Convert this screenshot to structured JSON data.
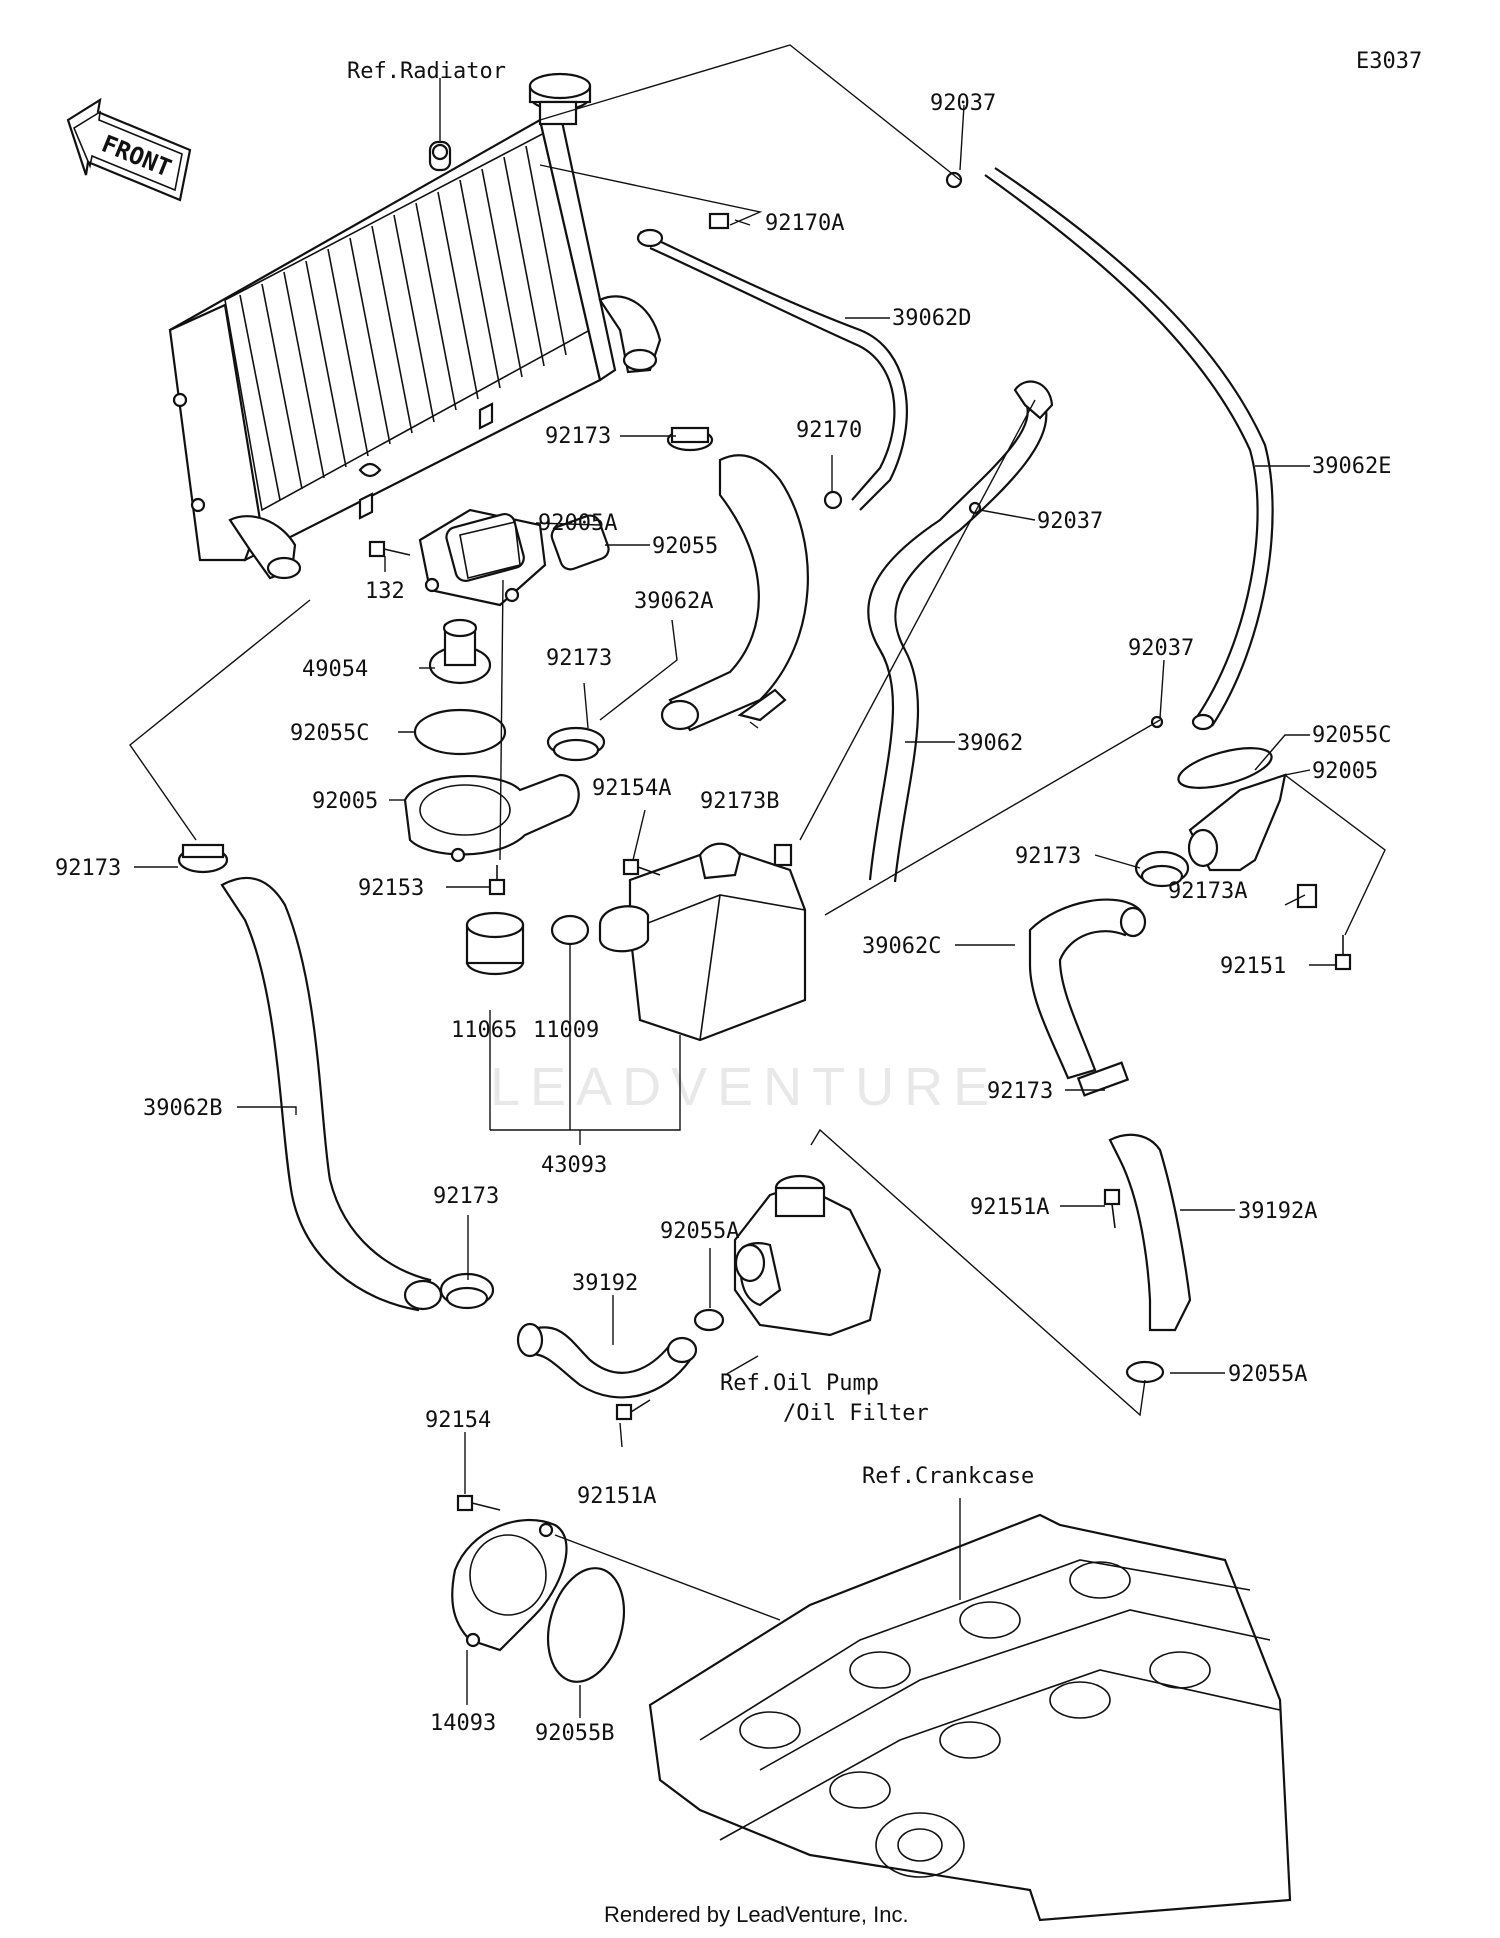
{
  "diagram_id": "E3037",
  "front_label": "FRONT",
  "watermark": "LEADVENTURE",
  "footer": "Rendered by LeadVenture, Inc.",
  "refs": {
    "radiator": "Ref.Radiator",
    "oil_pump_1": "Ref.Oil Pump",
    "oil_pump_2": "/Oil Filter",
    "crankcase": "Ref.Crankcase"
  },
  "labels": {
    "l92037_top": "92037",
    "l92170A": "92170A",
    "l39062D": "39062D",
    "l39062E": "39062E",
    "l92173_a": "92173",
    "l92170": "92170",
    "l92037_mid": "92037",
    "l92005A": "92005A",
    "l92055": "92055",
    "l132": "132",
    "l39062A": "39062A",
    "l49054": "49054",
    "l92173_b": "92173",
    "l92037_right": "92037",
    "l92055C_left": "92055C",
    "l39062": "39062",
    "l92055C_right": "92055C",
    "l92005_left": "92005",
    "l92005_right": "92005",
    "l92173B": "92173B",
    "l92154A": "92154A",
    "l92173_c": "92173",
    "l92173_left": "92173",
    "l92153": "92153",
    "l92173A": "92173A",
    "l92151": "92151",
    "l39062C": "39062C",
    "l11065": "11065",
    "l11009": "11009",
    "l92173_d": "92173",
    "l39062B": "39062B",
    "l43093": "43093",
    "l92173_e": "92173",
    "l92055A_left": "92055A",
    "l92151A_right": "92151A",
    "l39192A": "39192A",
    "l39192": "39192",
    "l92055A_right": "92055A",
    "l92154": "92154",
    "l92151A_bottom": "92151A",
    "l14093": "14093",
    "l92055B": "92055B"
  }
}
